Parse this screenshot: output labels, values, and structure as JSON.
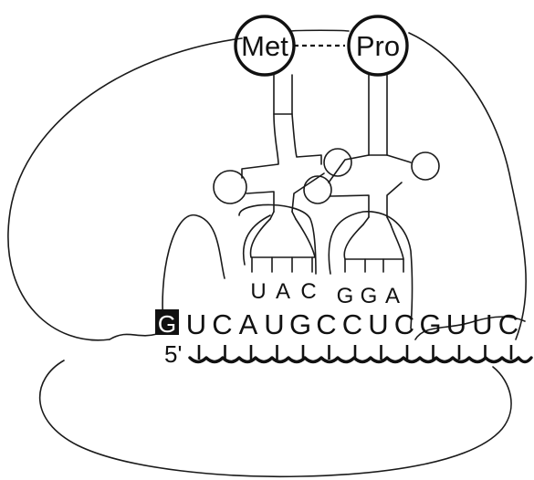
{
  "amino_acids": {
    "first": "Met",
    "second": "Pro"
  },
  "anticodons": {
    "first": [
      "U",
      "A",
      "C"
    ],
    "second": [
      "G",
      "G",
      "A"
    ]
  },
  "mrna": {
    "highlighted_base": "G",
    "bases": [
      "U",
      "C",
      "A",
      "U",
      "G",
      "C",
      "C",
      "U",
      "C",
      "G",
      "U",
      "U",
      "C"
    ],
    "five_prime_label": "5'"
  },
  "colors": {
    "ink": "#111111",
    "highlight_bg": "#111111",
    "highlight_text": "#ffffff"
  }
}
